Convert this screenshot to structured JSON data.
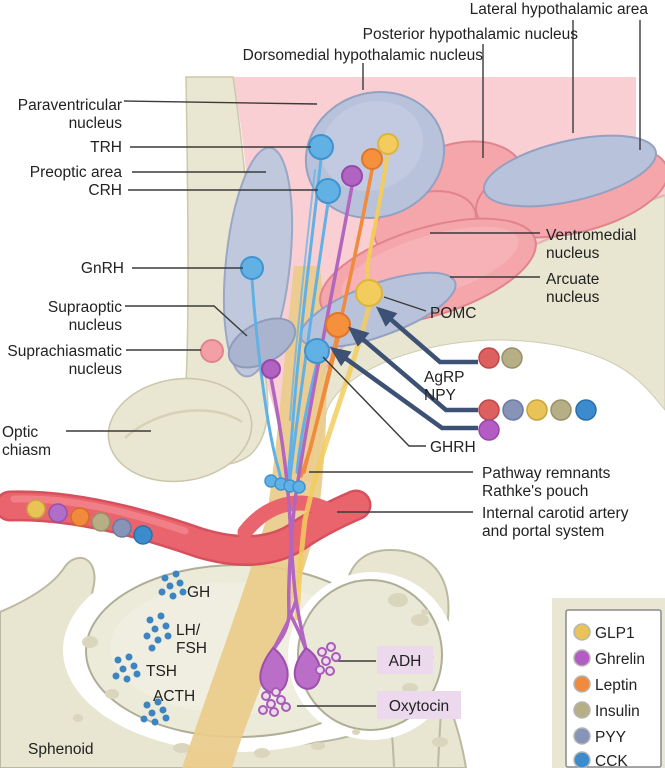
{
  "labels": {
    "lateral": "Lateral hypothalamic area",
    "posterior": "Posterior hypothalamic nucleus",
    "dorsomedial": "Dorsomedial hypothalamic nucleus",
    "paraventricular_1": "Paraventricular",
    "paraventricular_2": "nucleus",
    "trh": "TRH",
    "preoptic": "Preoptic area",
    "crh": "CRH",
    "gnrh": "GnRH",
    "supraoptic_1": "Supraoptic",
    "supraoptic_2": "nucleus",
    "suprachiasmatic_1": "Suprachiasmatic",
    "suprachiasmatic_2": "nucleus",
    "optic_1": "Optic",
    "optic_2": "chiasm",
    "ventromedial_1": "Ventromedial",
    "ventromedial_2": "nucleus",
    "arcuate_1": "Arcuate",
    "arcuate_2": "nucleus",
    "pomc": "POMC",
    "agrp": "AgRP",
    "npy": "NPY",
    "ghrh": "GHRH",
    "pathway_1": "Pathway remnants",
    "pathway_2": "Rathke's pouch",
    "carotid_1": "Internal carotid artery",
    "carotid_2": "and portal system",
    "adh": "ADH",
    "oxytocin": "Oxytocin",
    "gh": "GH",
    "lh": "LH/",
    "fsh": "FSH",
    "tsh": "TSH",
    "acth": "ACTH",
    "sphenoid": "Sphenoid"
  },
  "legend": {
    "items": [
      {
        "label": "GLP1",
        "color": "#e9c258"
      },
      {
        "label": "Ghrelin",
        "color": "#b45cc3"
      },
      {
        "label": "Leptin",
        "color": "#f08a3c"
      },
      {
        "label": "Insulin",
        "color": "#b6ae85"
      },
      {
        "label": "PYY",
        "color": "#8794b8"
      },
      {
        "label": "CCK",
        "color": "#3c8ccd"
      }
    ]
  },
  "colors": {
    "pink_region": "#f9cfd3",
    "pink_nucleus": "#f4a6aa",
    "bluegray_nucleus": "#b8c2da",
    "cream_tissue": "#e9e6d2",
    "artery_red": "#ea646e",
    "tan_band": "#eacc8a",
    "navy_arrow": "#3d5174",
    "neuron_blue": "#62b1e5",
    "neuron_purple": "#b163c1",
    "neuron_orange": "#f5913d",
    "neuron_yellow": "#f2cd5e",
    "pituitary_dot_blue": "#3d84c0",
    "label_box_lavender": "#ecd9ee",
    "red_dot": "#dc6060"
  }
}
